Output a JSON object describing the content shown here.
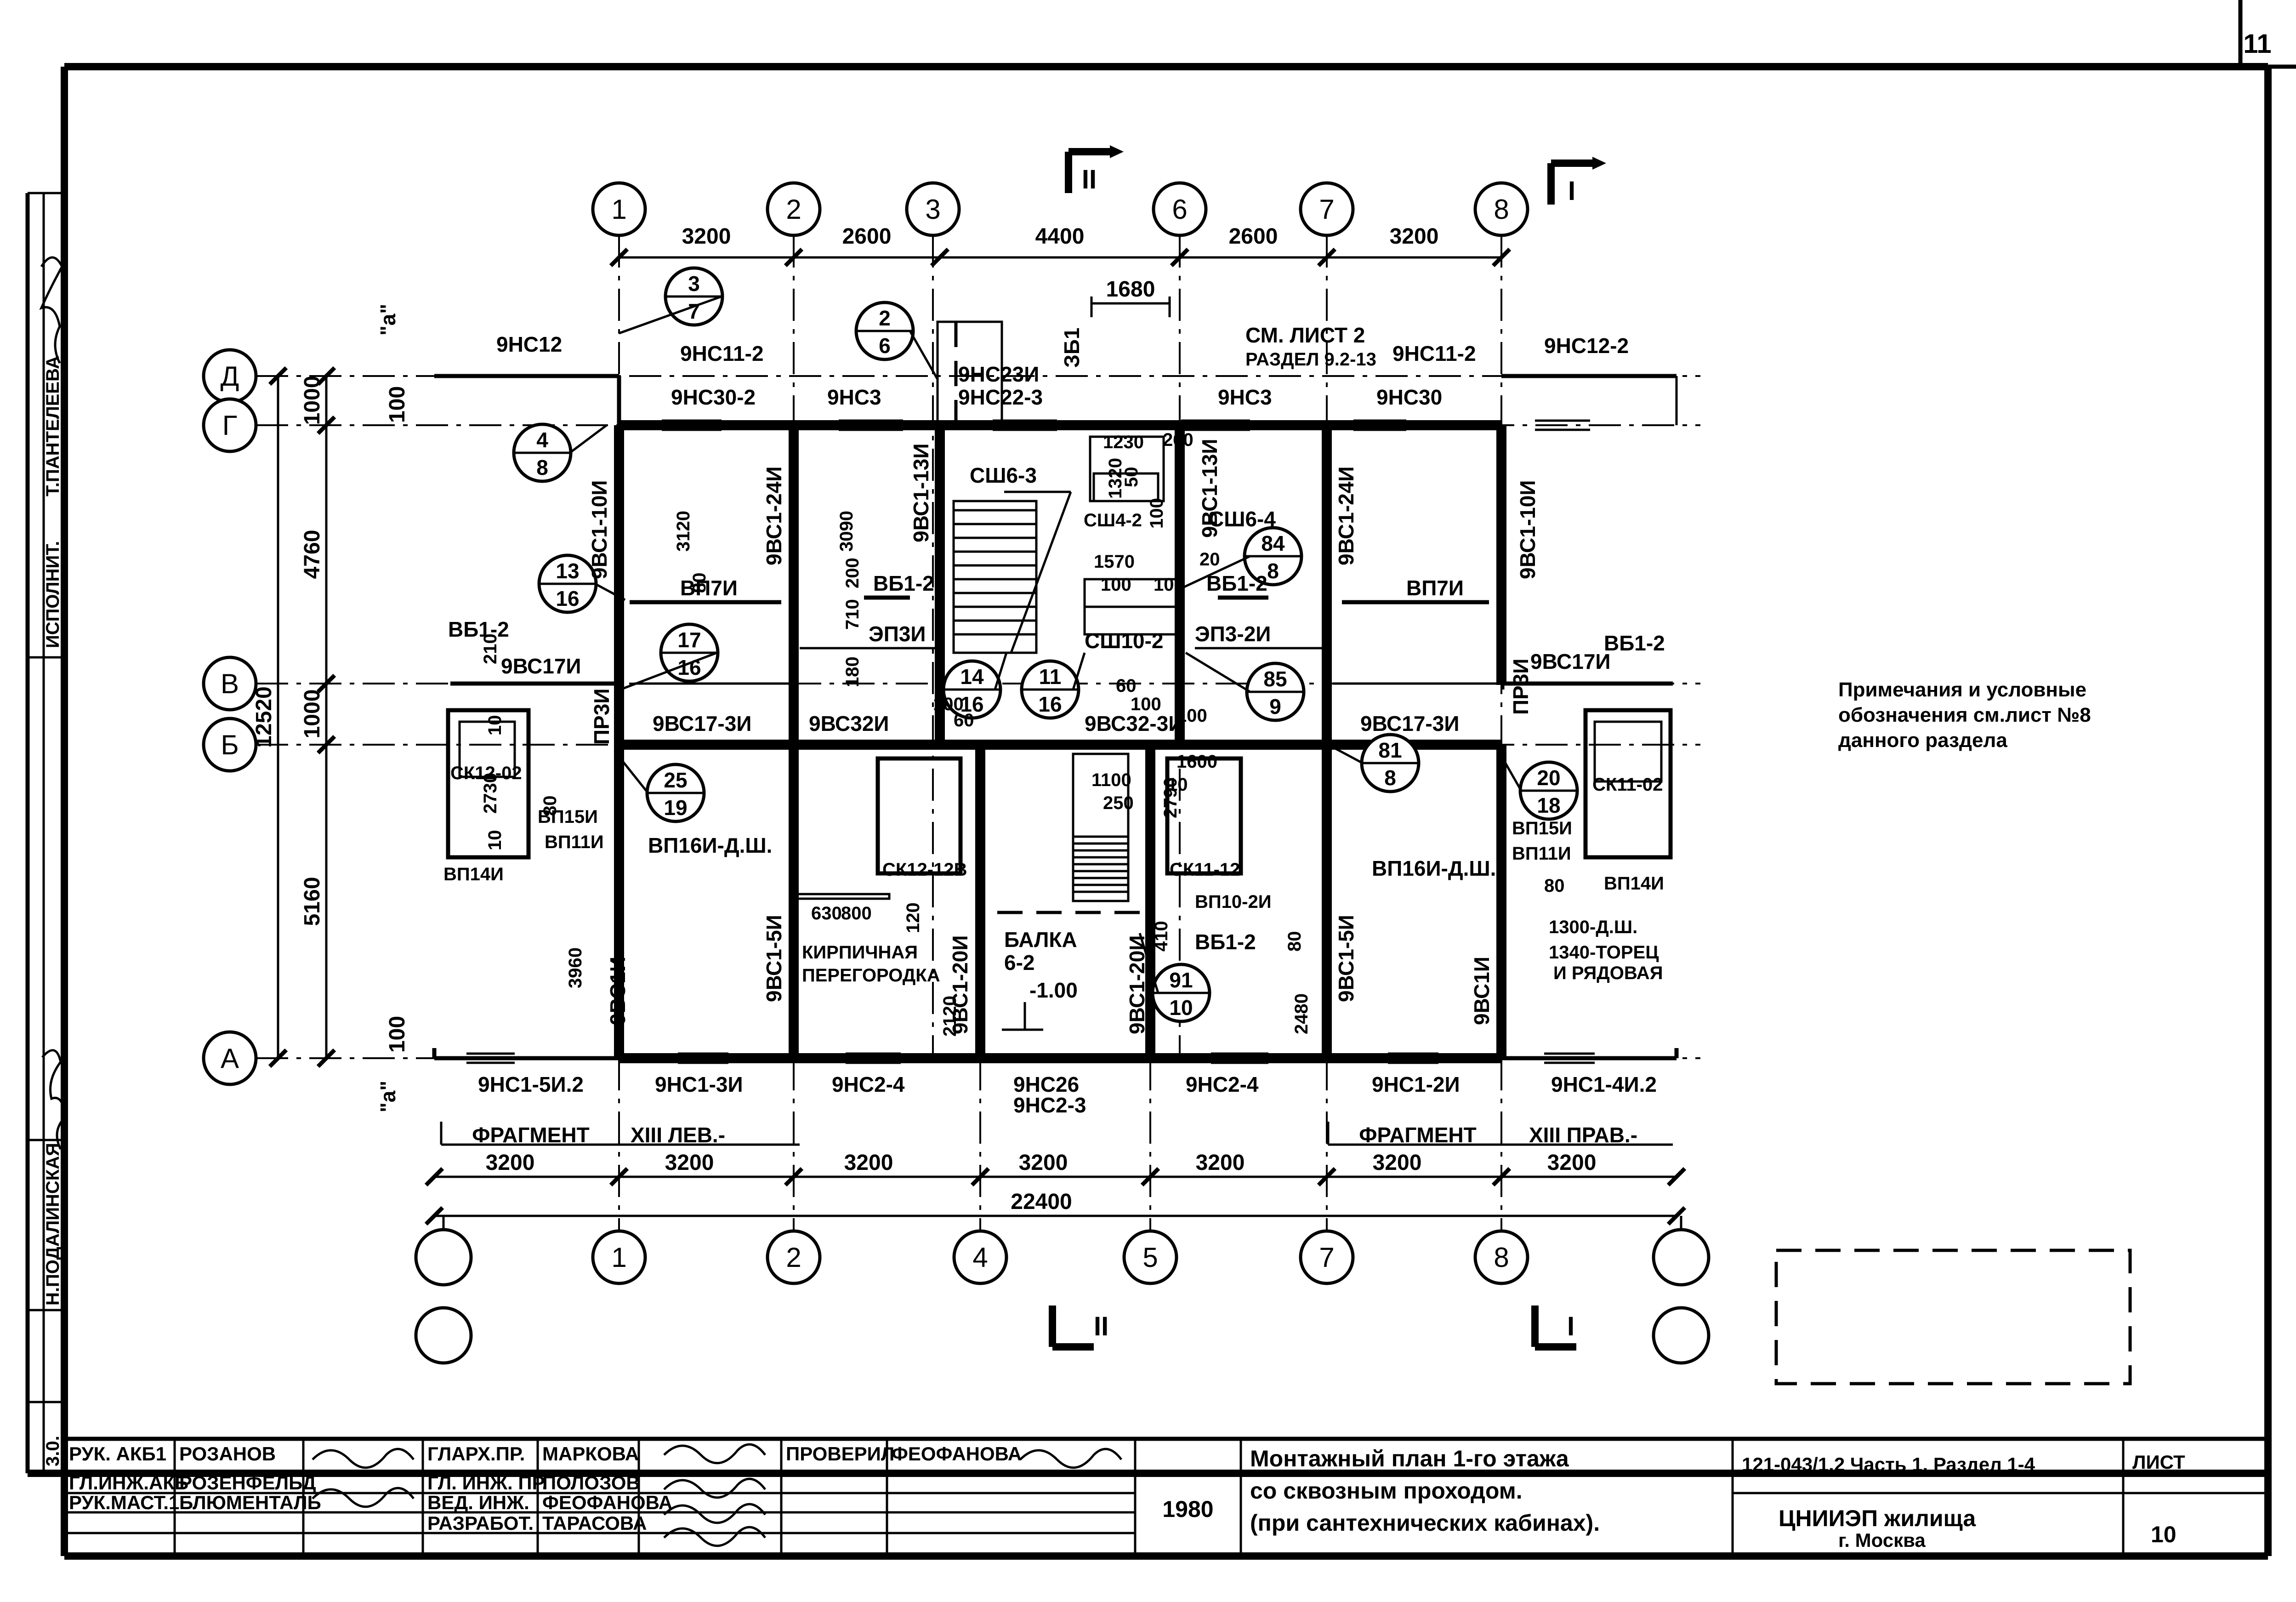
{
  "sheet": {
    "corner_number": "11",
    "side_labels": {
      "executor_role": "ИСПОЛНИТ.",
      "executor_name": "Т.ПАНТЕЛЕЕВА",
      "bottom_name": "Н.ПОДАЛИНСКАЯ",
      "bottom_code": "3.0."
    }
  },
  "axes": {
    "top": [
      "1",
      "2",
      "3",
      "6",
      "7",
      "8"
    ],
    "bottom": [
      "1",
      "2",
      "4",
      "5",
      "7",
      "8"
    ],
    "rows": [
      "Д",
      "Г",
      "В",
      "Б",
      "А"
    ]
  },
  "section_marks": {
    "section_1": "I",
    "section_2": "II"
  },
  "dimensions": {
    "top": [
      "3200",
      "2600",
      "4400",
      "2600",
      "3200"
    ],
    "top_extra": "1680",
    "left_chain": [
      "1000",
      "4760",
      "1000",
      "5160"
    ],
    "left_overall": "12520",
    "left_small": [
      "100",
      "100"
    ],
    "bottom": [
      "3200",
      "3200",
      "3200",
      "3200",
      "3200",
      "3200",
      "3200"
    ],
    "bottom_overall": "22400",
    "interior": [
      "3120",
      "3090",
      "3960",
      "2480",
      "2790",
      "2120",
      "2730",
      "80",
      "200",
      "710",
      "180",
      "100",
      "60",
      "100",
      "60",
      "100",
      "20",
      "1230",
      "1320",
      "50",
      "100",
      "1570",
      "100",
      "100",
      "260",
      "1100",
      "250",
      "1600",
      "10",
      "630",
      "800",
      "120",
      "10",
      "410",
      "80",
      "210",
      "80",
      "80",
      "10"
    ]
  },
  "fragments": [
    {
      "label": "ФРАГМЕНТ",
      "ref": "XIII ЛЕВ.-"
    },
    {
      "label": "ФРАГМЕНТ",
      "ref": "XIII ПРАВ.-"
    }
  ],
  "markers": [
    {
      "top": "3",
      "bottom": "7"
    },
    {
      "top": "2",
      "bottom": "6"
    },
    {
      "top": "4",
      "bottom": "8"
    },
    {
      "top": "13",
      "bottom": "16"
    },
    {
      "top": "17",
      "bottom": "16"
    },
    {
      "top": "14",
      "bottom": "16"
    },
    {
      "top": "11",
      "bottom": "16"
    },
    {
      "top": "84",
      "bottom": "8"
    },
    {
      "top": "85",
      "bottom": "9"
    },
    {
      "top": "25",
      "bottom": "19"
    },
    {
      "top": "81",
      "bottom": "8"
    },
    {
      "top": "20",
      "bottom": "18"
    },
    {
      "top": "91",
      "bottom": "10"
    }
  ],
  "panels": {
    "top_outer": [
      "9НС12",
      "9НС11-2",
      "9НС11-2",
      "9НС12-2"
    ],
    "top_inner": [
      "9НС30-2",
      "9НС3",
      "9НС23И",
      "9НС22-3",
      "9НС3",
      "9НС30"
    ],
    "bottom": [
      "9НС1-5И.2",
      "9НС1-3И",
      "9НС2-4",
      "9НС26",
      "9НС2-3",
      "9НС2-4",
      "9НС1-2И",
      "9НС1-4И.2"
    ],
    "vertical": [
      "9ВС1-10И",
      "9ВС1-24И",
      "9ВС1-13И",
      "9ВС1-13И",
      "9ВС1-24И",
      "9ВС1-10И",
      "9ВС1И",
      "9ВС1-5И",
      "9ВС1-20И",
      "9ВС1-20И",
      "9ВС1-5И",
      "9ВС1И",
      "ПР3И",
      "ПР3И"
    ],
    "cross": [
      "9ВС17-3И",
      "9ВС32И",
      "9ВС32-3И",
      "9ВС17-3И",
      "9ВС17И",
      "9ВС17И"
    ],
    "beams": [
      "ВП7И",
      "ВП7И",
      "ВБ1-2",
      "ВБ1-2",
      "ВБ1-2",
      "ВБ1-2",
      "ВБ1-2",
      "ЭП3И",
      "ЭП3-2И",
      "ВП16И-Д.Ш.",
      "ВП16И-Д.Ш.",
      "ВП15И",
      "ВП11И",
      "ВП14И",
      "ВП15И",
      "ВП11И",
      "ВП14И",
      "ВП10-2И"
    ],
    "stairs": [
      "СШ6-3",
      "СШ4-2",
      "СШ6-4",
      "СШ10-2",
      "ЗБ1"
    ],
    "cabins": [
      "СК12-02",
      "СК12-12В",
      "СК11-12",
      "СК11-02"
    ],
    "misc": [
      "КИРПИЧНАЯ",
      "ПЕРЕГОРОДКА",
      "БАЛКА",
      "6-2",
      "-1.00",
      "1300-Д.Ш.",
      "1340-ТОРЕЦ",
      "И РЯДОВАЯ",
      "СМ. ЛИСТ 2",
      "РАЗДЕЛ 9.2-13",
      "\"а\"",
      "\"а\""
    ]
  },
  "note": {
    "line1": "Примечания и условные",
    "line2": "обозначения см.лист №8",
    "line3": "данного раздела"
  },
  "title_block": {
    "roles": [
      "РУК. АКБ1",
      "ГЛ.ИНЖ.АКБ",
      "РУК.МАСТ.1"
    ],
    "names": [
      "РОЗАНОВ",
      "РОЗЕНФЕЛЬД",
      "БЛЮМЕНТАЛЬ"
    ],
    "roles2": [
      "ГЛАРХ.ПР.",
      "ГЛ. ИНЖ. ПР.",
      "ВЕД. ИНЖ.",
      "РАЗРАБОТ."
    ],
    "names2": [
      "МАРКОВА",
      "ПОЛОЗОВ",
      "ФЕОФАНОВА",
      "ТАРАСОВА"
    ],
    "checked_label": "ПРОВЕРИЛ",
    "checked_name": "ФЕОФАНОВА",
    "year": "1980",
    "title_line1": "Монтажный план 1-го этажа",
    "title_line2": "со сквозным проходом.",
    "title_line3": "(при сантехнических кабинах).",
    "project_code": "121-043/1.2 Часть 1. Раздел 1-4",
    "org": "ЦНИИЭП жилища",
    "city": "г. Москва",
    "sheet_label": "ЛИСТ",
    "sheet_number": "10"
  }
}
